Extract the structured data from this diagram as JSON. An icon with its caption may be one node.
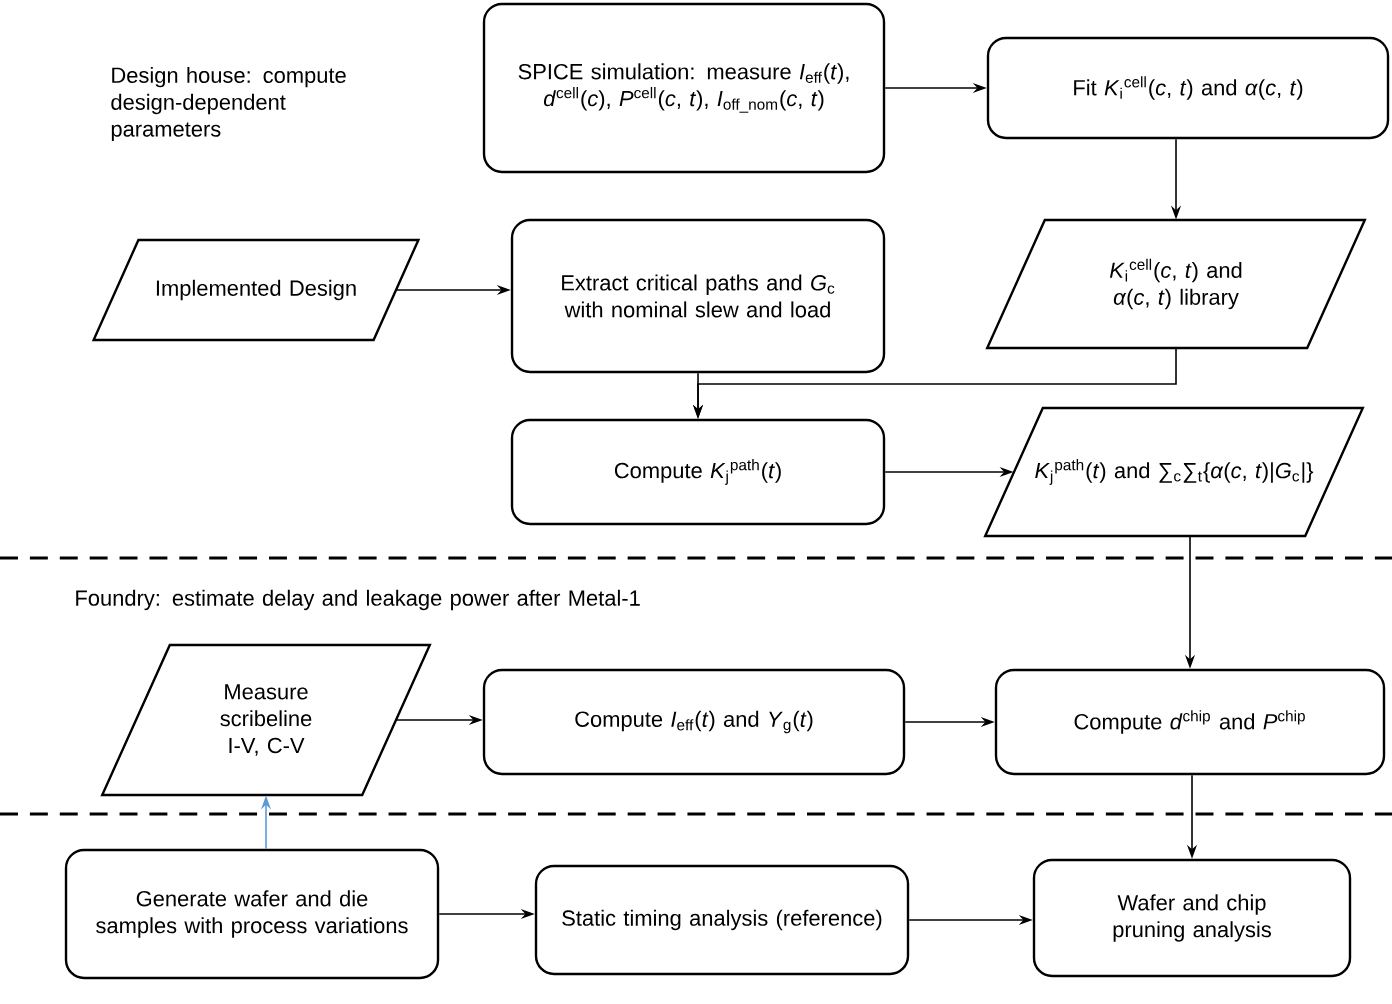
{
  "diagram": {
    "nodes": [
      {
        "text": [
          "SPICE simulation: measure *I*$_{eff}$(*t*), *d*$^{cell}$(*c*), *P*$^{cell}$(*c*, *t*), *I*$_{off_nom}$(*c*, *t*)"
        ]
      },
      {
        "text": [
          "Fit *K*$_{i}$$^{cell}$(*c*, *t*) and *α*(*c*, *t*)"
        ]
      },
      {
        "text": [
          "Implemented Design"
        ]
      },
      {
        "text": [
          "Extract critical paths and *G*$_{c}$ with nominal slew and load"
        ]
      },
      {
        "text": [
          "*K*$_{i}$$^{cell}$(*c*, *t*) and *α*(*c*, *t*) library"
        ]
      },
      {
        "text": [
          "Compute *K*$_{j}$$^{path}$(*t*)"
        ]
      },
      {
        "text": [
          "*K*$_{j}$$^{path}$(*t*) and ∑$_{c}$∑$_{t}${*α*(*c*, *t*)|*G*$_{c}$|}"
        ]
      },
      {
        "text": [
          "Measure scribeline I-V, C-V"
        ]
      },
      {
        "text": [
          "Compute *I*$_{eff}$(*t*) and *Y*$_{g}$(*t*)"
        ]
      },
      {
        "text": [
          "Compute *d*$^{chip}$ and *P*$^{chip}$"
        ]
      },
      {
        "text": [
          "Generate wafer and die samples with process variations"
        ]
      },
      {
        "text": [
          "Static timing analysis (reference)"
        ]
      },
      {
        "text": [
          "Wafer and chip pruning analysis"
        ]
      }
    ],
    "edges": [
      {
        "from": 0,
        "to": 1,
        "arrow": "to"
      },
      {
        "from": 1,
        "to": 4,
        "arrow": "to"
      },
      {
        "from": 2,
        "to": 3,
        "arrow": "to"
      },
      {
        "from": 3,
        "to": 5,
        "arrow": "to"
      },
      {
        "from": 4,
        "to": 5,
        "arrow": "to"
      },
      {
        "from": 5,
        "to": 6,
        "arrow": "to"
      },
      {
        "from": 6,
        "to": 9,
        "arrow": "to"
      },
      {
        "from": 7,
        "to": 8,
        "arrow": "to"
      },
      {
        "from": 8,
        "to": 9,
        "arrow": "to"
      },
      {
        "from": 10,
        "to": 7,
        "arrow": "to",
        "color": "#5b9bd5"
      },
      {
        "from": 9,
        "to": 12,
        "arrow": "to"
      },
      {
        "from": 10,
        "to": 11,
        "arrow": "to"
      },
      {
        "from": 11,
        "to": 12,
        "arrow": "to"
      }
    ],
    "labels": [
      "Design house: compute design-dependent parameters",
      "Foundry: estimate delay and leakage power after Metal-1"
    ]
  }
}
